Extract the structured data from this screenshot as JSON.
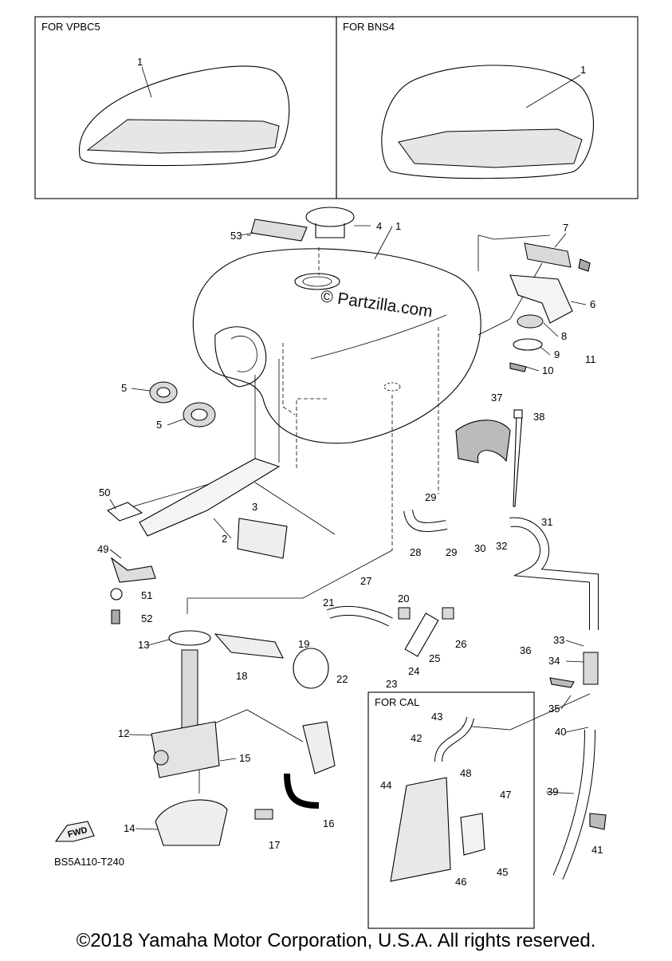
{
  "insets": [
    {
      "header": "FOR VPBC5",
      "part_label": "1"
    },
    {
      "header": "FOR BNS4",
      "part_label": "1"
    }
  ],
  "watermark": "© Partzilla.com",
  "diagram_code": "BS5A110-T240",
  "fwd_label": "FWD",
  "for_cal_header": "FOR CAL",
  "part_labels": [
    "1",
    "2",
    "3",
    "4",
    "5",
    "5",
    "6",
    "7",
    "8",
    "9",
    "10",
    "11",
    "12",
    "13",
    "14",
    "15",
    "16",
    "17",
    "18",
    "19",
    "20",
    "21",
    "22",
    "23",
    "24",
    "25",
    "26",
    "27",
    "28",
    "29",
    "29",
    "30",
    "31",
    "32",
    "33",
    "34",
    "35",
    "36",
    "37",
    "38",
    "39",
    "40",
    "41",
    "42",
    "43",
    "44",
    "45",
    "46",
    "47",
    "48",
    "49",
    "50",
    "51",
    "52",
    "53"
  ],
  "footer": "©2018 Yamaha Motor Corporation, U.S.A. All rights reserved."
}
